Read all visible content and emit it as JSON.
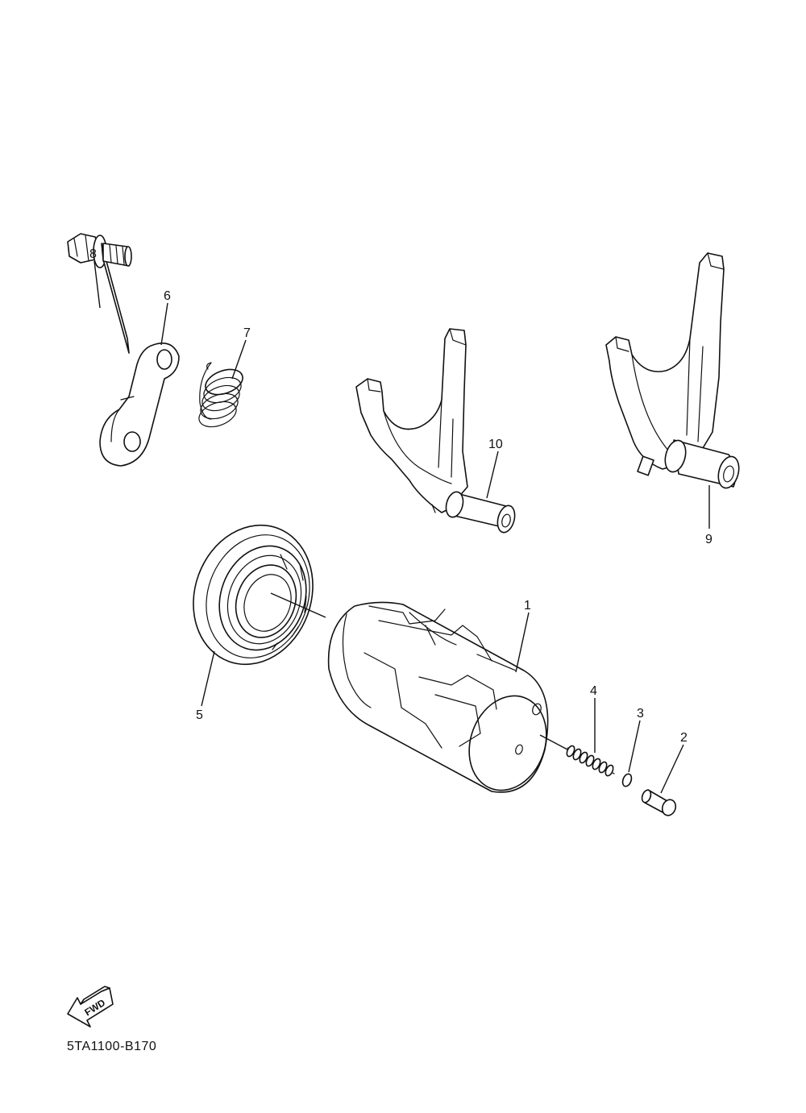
{
  "callouts": [
    {
      "id": "1",
      "label": "1"
    },
    {
      "id": "2",
      "label": "2"
    },
    {
      "id": "3",
      "label": "3"
    },
    {
      "id": "4",
      "label": "4"
    },
    {
      "id": "5",
      "label": "5"
    },
    {
      "id": "6",
      "label": "6"
    },
    {
      "id": "7",
      "label": "7"
    },
    {
      "id": "8",
      "label": "8"
    },
    {
      "id": "9",
      "label": "9"
    },
    {
      "id": "10",
      "label": "10"
    }
  ],
  "fwd_arrow": {
    "label": "FWD"
  },
  "diagram_code": "5TA1100-B170"
}
